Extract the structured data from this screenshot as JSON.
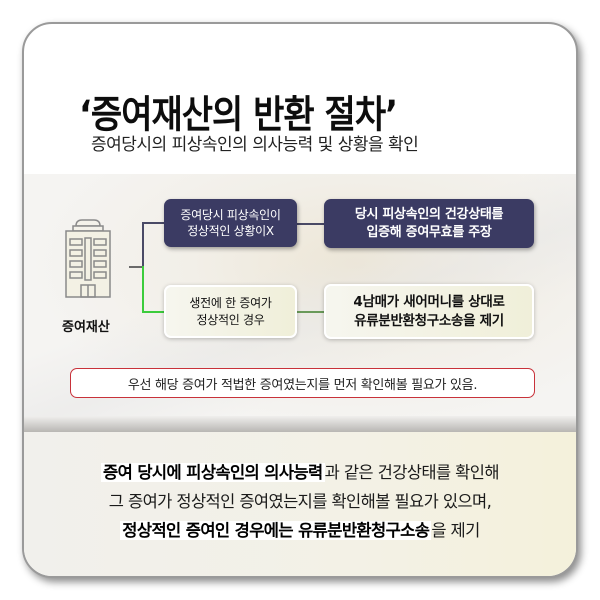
{
  "header": {
    "title": "‘증여재산의 반환 절차’",
    "subtitle": "증여당시의 피상속인의 의사능력 및 상황을 확인"
  },
  "diagram": {
    "root": {
      "icon": "building-icon",
      "label": "증여재산"
    },
    "branches": [
      {
        "condition_line1": "증여당시 피상속인이",
        "condition_line2": "정상적인 상황이X",
        "result_line1": "당시 피상속인의 건강상태를",
        "result_line2": "입증해 증여무효를 주장",
        "style": "navy"
      },
      {
        "condition_line1": "생전에 한 증여가",
        "condition_line2": "정상적인 경우",
        "result_line1": "4남매가 새어머니를 상대로",
        "result_line2": "유류분반환청구소송을 제기",
        "style": "cream"
      }
    ],
    "notice": "우선 해당 증여가 적법한 증여였는지를 먼저 확인해볼 필요가 있음."
  },
  "summary": {
    "line1_bold": "증여 당시에 피상속인의 의사능력",
    "line1_rest": "과 같은 건강상태를 확인해",
    "line2": "그 증여가 정상적인 증여였는지를 확인해볼 필요가 있으며,",
    "line3_bold": "정상적인 증여인 경우에는 유류분반환청구소송",
    "line3_rest": "을 제기"
  },
  "colors": {
    "navy": "#3b3b63",
    "green_connector": "#3ccc3c",
    "notice_border": "#c8323a",
    "cream": "#f0efd9"
  }
}
